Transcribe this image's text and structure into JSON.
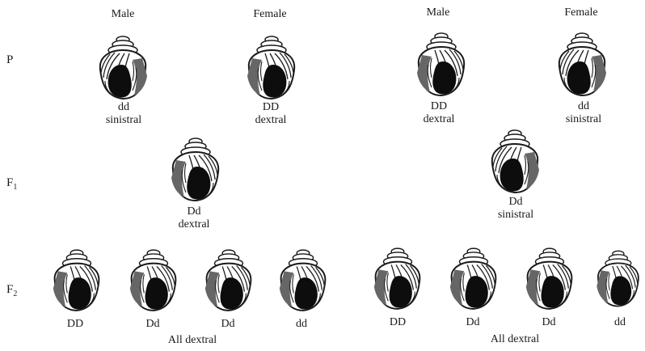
{
  "cross1": {
    "header_male": "Male",
    "header_female": "Female",
    "p_male": {
      "genotype": "dd",
      "phenotype": "sinistral"
    },
    "p_female": {
      "genotype": "DD",
      "phenotype": "dextral"
    },
    "f1": {
      "genotype": "Dd",
      "phenotype": "dextral"
    },
    "f2": [
      "DD",
      "Dd",
      "Dd",
      "dd"
    ],
    "f2_summary": "All dextral"
  },
  "cross2": {
    "header_male": "Male",
    "header_female": "Female",
    "p_male": {
      "genotype": "DD",
      "phenotype": "dextral"
    },
    "p_female": {
      "genotype": "dd",
      "phenotype": "sinistral"
    },
    "f1": {
      "genotype": "Dd",
      "phenotype": "sinistral"
    },
    "f2": [
      "DD",
      "Dd",
      "Dd",
      "dd"
    ],
    "f2_summary": "All dextral"
  },
  "generations": {
    "p": "P",
    "f1_letter": "F",
    "f1_sub": "1",
    "f2_letter": "F",
    "f2_sub": "2"
  },
  "colors": {
    "shell_outline": "#1a1a1a",
    "aperture": "#0d0d0d",
    "shade": "#666666"
  }
}
